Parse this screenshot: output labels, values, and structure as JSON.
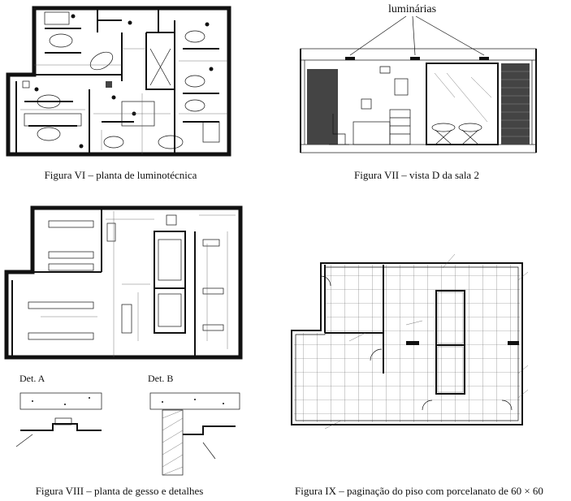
{
  "figures": {
    "fig6": {
      "caption": "Figura VI – planta de luminotécnica"
    },
    "fig7": {
      "caption": "Figura VII – vista D da sala 2",
      "annotation": "luminárias"
    },
    "fig8": {
      "caption": "Figura VIII – planta de gesso e detalhes",
      "detail_a": "Det. A",
      "detail_b": "Det. B"
    },
    "fig9": {
      "caption": "Figura IX – paginação do piso com porcelanato de 60 × 60"
    }
  }
}
